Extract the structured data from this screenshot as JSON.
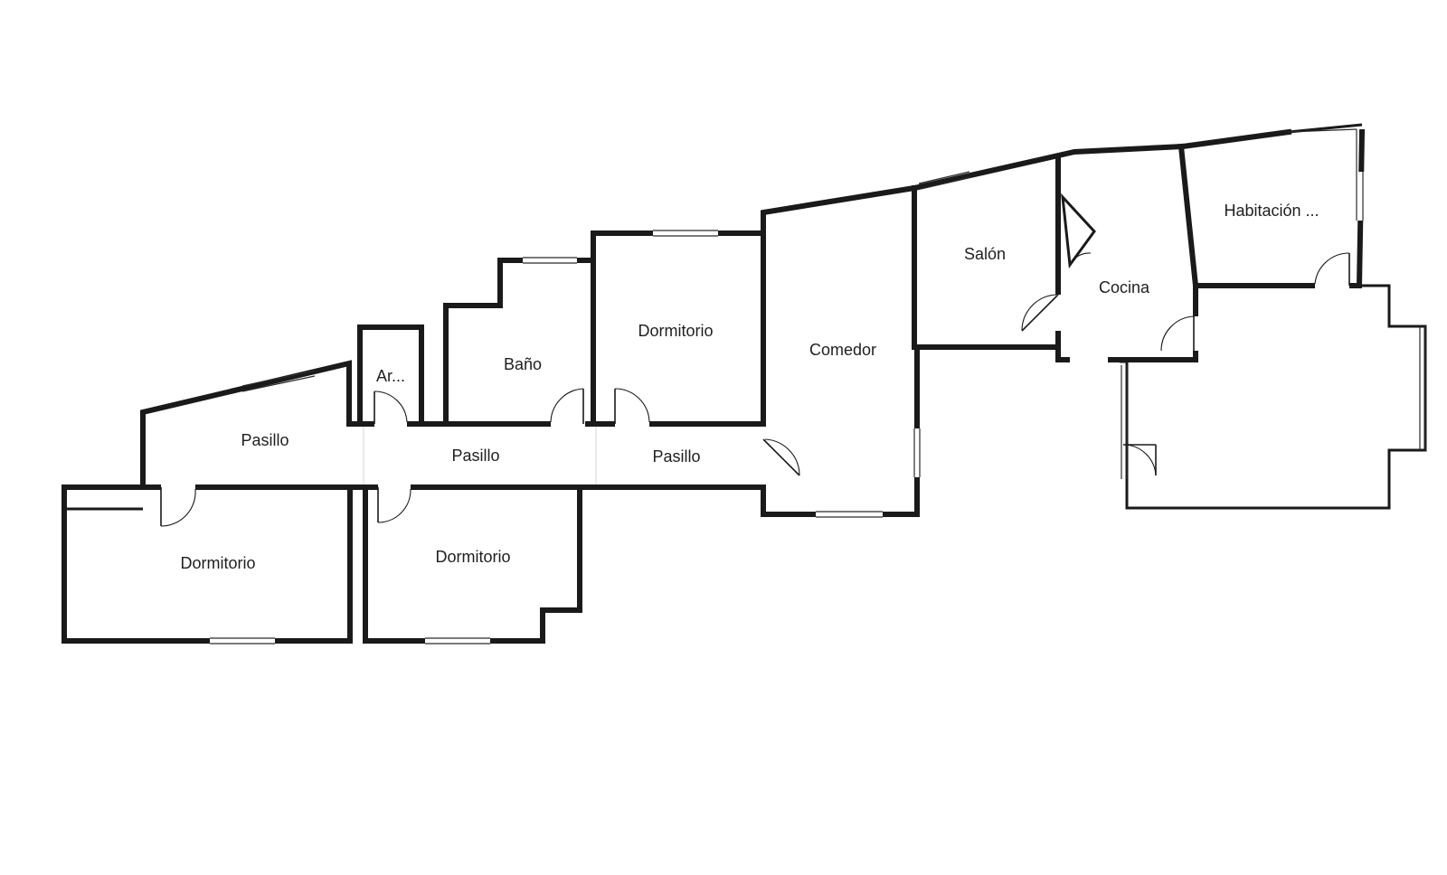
{
  "floorplan": {
    "wall_color": "#1a1a1a",
    "background_color": "#ffffff",
    "label_color": "#1f1f1f",
    "rooms": [
      {
        "id": "dormitorio-left",
        "label": "Dormitorio"
      },
      {
        "id": "pasillo-left",
        "label": "Pasillo"
      },
      {
        "id": "armario",
        "label": "Ar..."
      },
      {
        "id": "pasillo-center",
        "label": "Pasillo"
      },
      {
        "id": "bano",
        "label": "Baño"
      },
      {
        "id": "dormitorio-bottom",
        "label": "Dormitorio"
      },
      {
        "id": "dormitorio-top",
        "label": "Dormitorio"
      },
      {
        "id": "pasillo-right",
        "label": "Pasillo"
      },
      {
        "id": "comedor",
        "label": "Comedor"
      },
      {
        "id": "salon",
        "label": "Salón"
      },
      {
        "id": "cocina",
        "label": "Cocina"
      },
      {
        "id": "habitacion",
        "label": "Habitación ..."
      }
    ]
  }
}
